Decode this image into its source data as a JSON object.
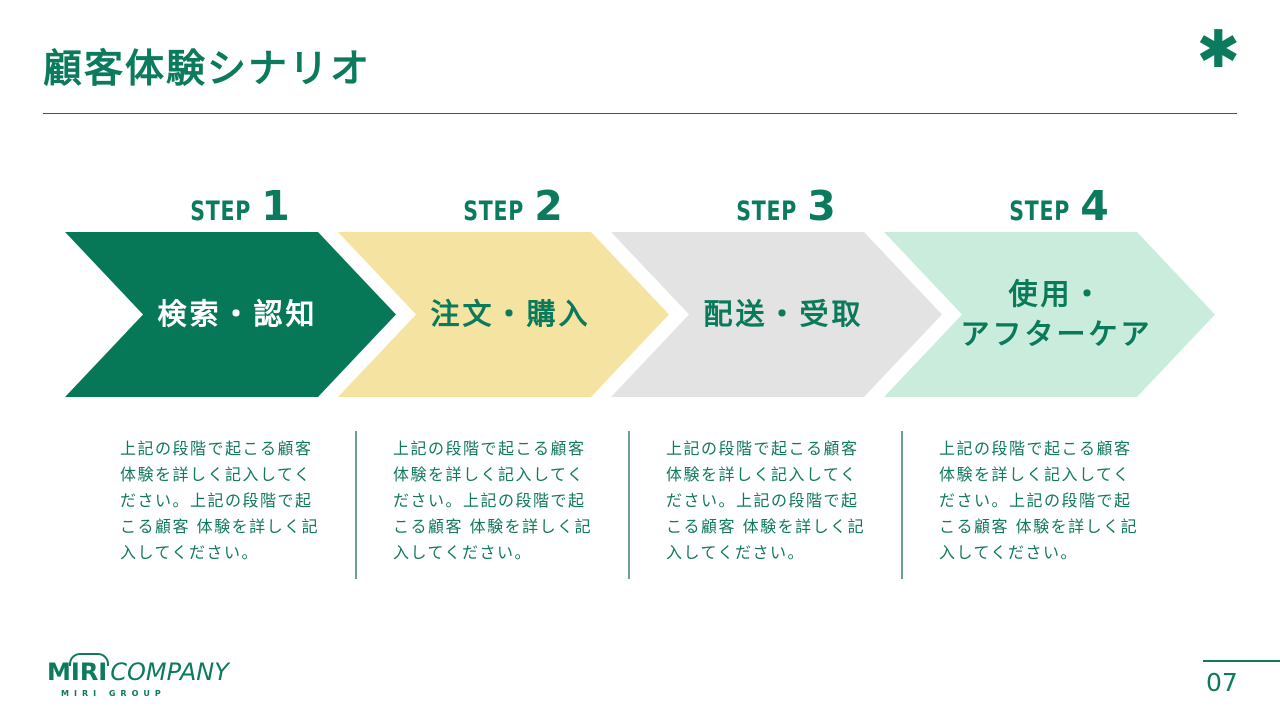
{
  "header": {
    "title": "顧客体験シナリオ",
    "decoration": "✱"
  },
  "steps": [
    {
      "label": "STEP",
      "number": "1",
      "arrow_lines": [
        "検索・認知"
      ],
      "arrow_color": "#077857",
      "text_color": "#ffffff",
      "description": "上記の段階で起こる顧客体験を詳しく記入してください。上記の段階で起こる顧客 体験を詳しく記入してください。"
    },
    {
      "label": "STEP",
      "number": "2",
      "arrow_lines": [
        "注文・購入"
      ],
      "arrow_color": "#f5e3a1",
      "text_color": "#0b7a5b",
      "description": "上記の段階で起こる顧客体験を詳しく記入してください。上記の段階で起こる顧客 体験を詳しく記入してください。"
    },
    {
      "label": "STEP",
      "number": "3",
      "arrow_lines": [
        "配送・受取"
      ],
      "arrow_color": "#e3e3e3",
      "text_color": "#0b7a5b",
      "description": "上記の段階で起こる顧客体験を詳しく記入してください。上記の段階で起こる顧客 体験を詳しく記入してください。"
    },
    {
      "label": "STEP",
      "number": "4",
      "arrow_lines": [
        "使用・",
        "アフターケア"
      ],
      "arrow_color": "#c9ecdc",
      "text_color": "#0b7a5b",
      "description": "上記の段階で起こる顧客体験を詳しく記入してください。上記の段階で起こる顧客 体験を詳しく記入してください。"
    }
  ],
  "footer": {
    "logo_prefix": "M",
    "logo_arch": "IRI",
    "logo_suffix": "COMPANY",
    "logo_tagline": "MIRI GROUP",
    "page_number": "07"
  },
  "colors": {
    "primary_green": "#0c7a5c",
    "divider_teal": "#6f9e96",
    "arrow_step1": "#077857",
    "arrow_step2": "#f5e3a1",
    "arrow_step3": "#e3e3e3",
    "arrow_step4": "#c9ecdc"
  }
}
